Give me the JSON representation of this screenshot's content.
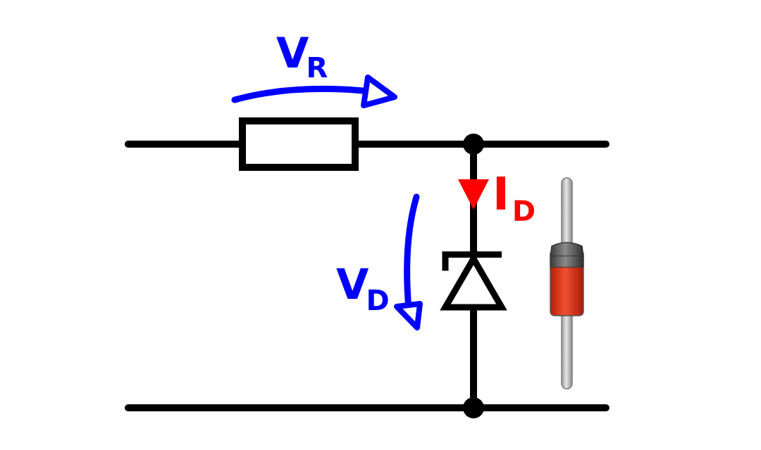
{
  "labels": {
    "vr_main": "V",
    "vr_sub": "R",
    "vd_main": "V",
    "vd_sub": "D",
    "id_main": "I",
    "id_sub": "D"
  },
  "colors": {
    "wire": "#000000",
    "voltage": "#0000ff",
    "current": "#ff0000",
    "diode_body": "#e8391c",
    "diode_lead": "#c8c8c8"
  }
}
